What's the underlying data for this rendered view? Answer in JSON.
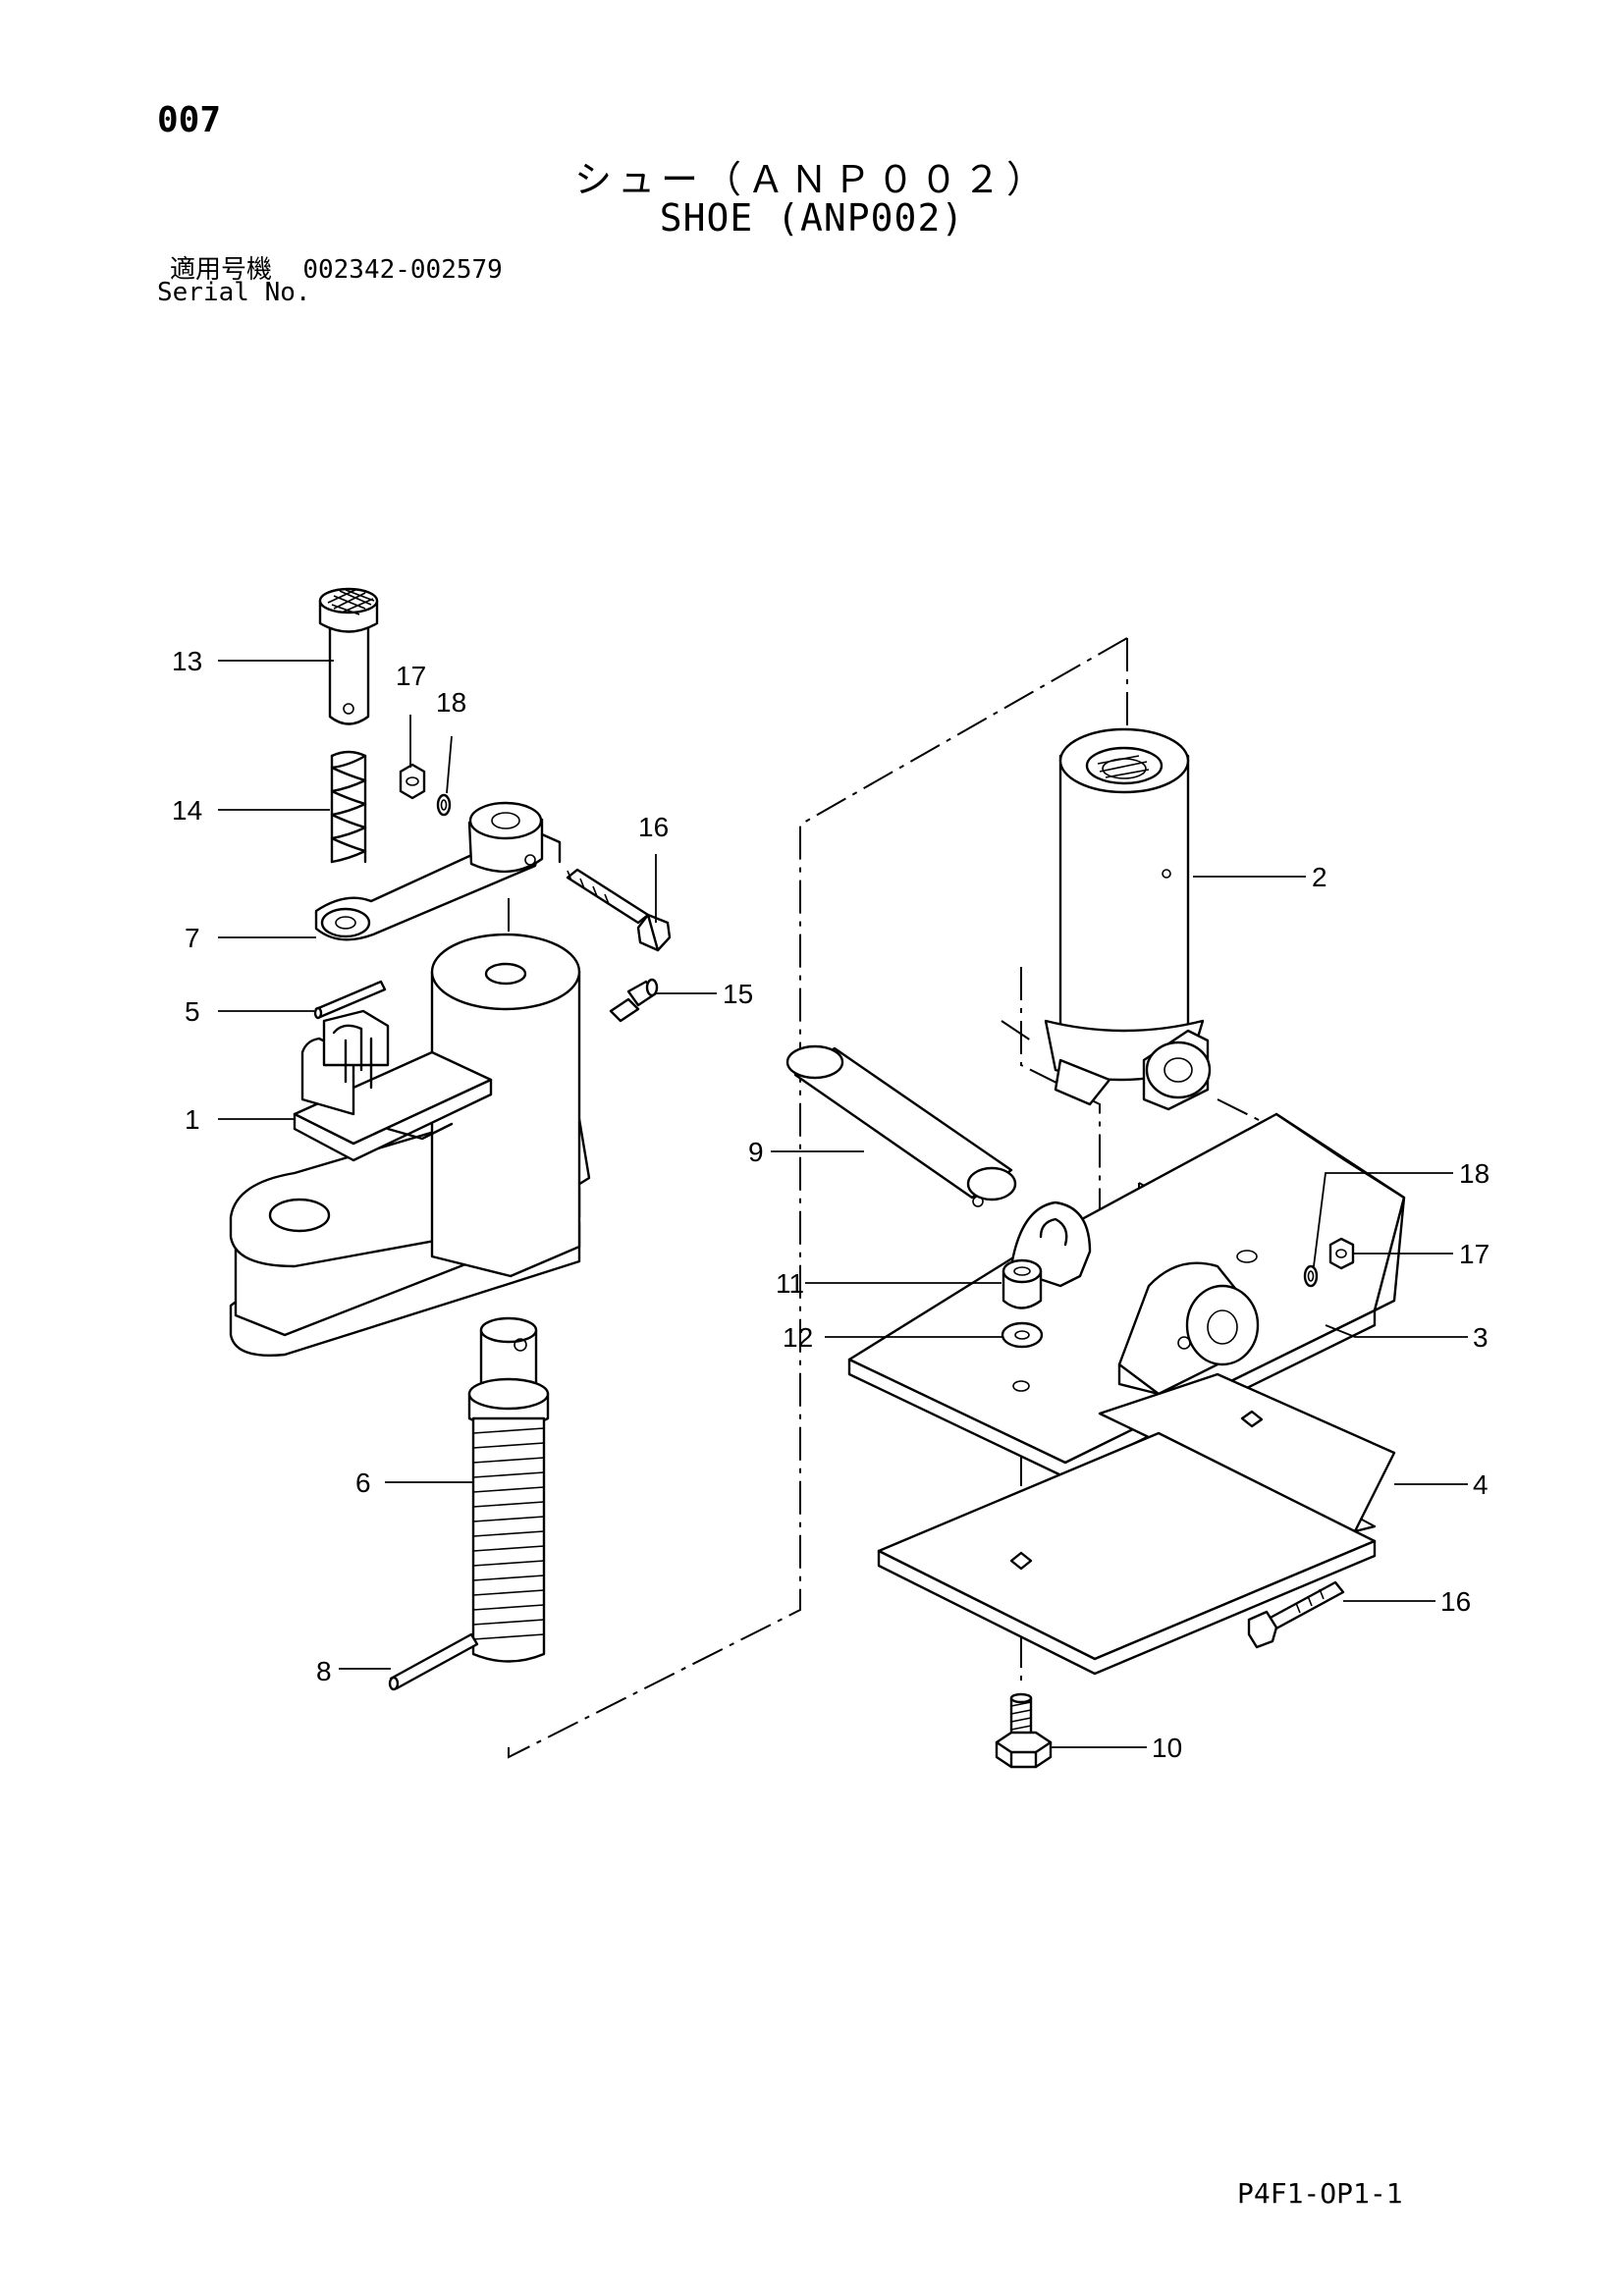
{
  "header": {
    "page_number": "007",
    "title_jp": "シュー（ＡＮＰ００２）",
    "title_en": "SHOE (ANP002)",
    "serial_label_jp": "適用号機",
    "serial_range": "002342-002579",
    "serial_label_en": "Serial No."
  },
  "callouts": {
    "c1": "1",
    "c2": "2",
    "c3": "3",
    "c4": "4",
    "c5": "5",
    "c6": "6",
    "c7": "7",
    "c8": "8",
    "c9": "9",
    "c10": "10",
    "c11": "11",
    "c12": "12",
    "c13": "13",
    "c14": "14",
    "c15": "15",
    "c16_top": "16",
    "c16_bottom": "16",
    "c17_left": "17",
    "c17_right": "17",
    "c18_left": "18",
    "c18_right": "18"
  },
  "footer": {
    "doc_code": "P4F1-OP1-1"
  }
}
